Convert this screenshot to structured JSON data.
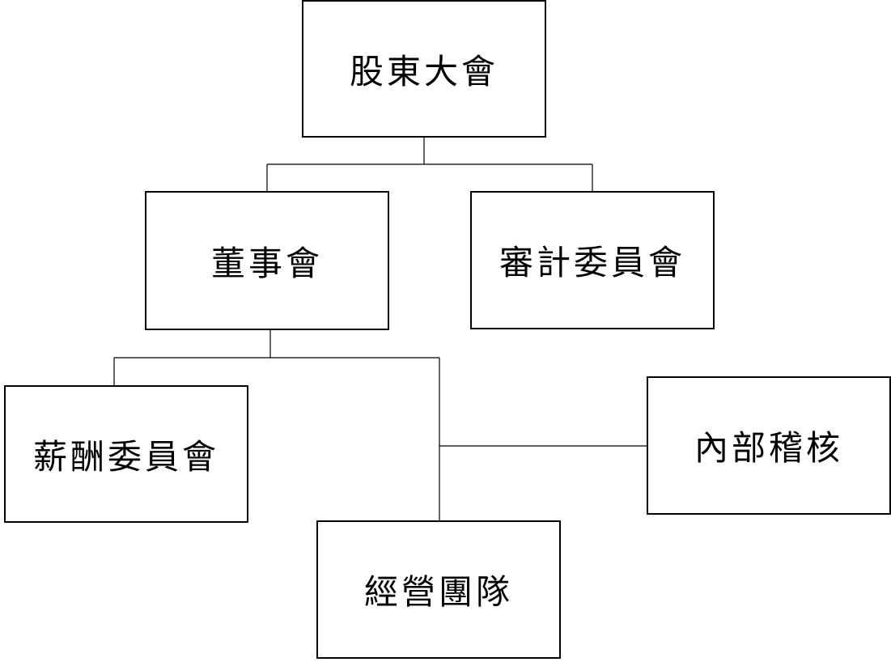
{
  "org_chart": {
    "nodes": {
      "shareholders": "股東大會",
      "board": "董事會",
      "audit_committee": "審計委員會",
      "compensation_committee": "薪酬委員會",
      "internal_audit": "內部稽核",
      "management_team": "經營團隊"
    }
  }
}
